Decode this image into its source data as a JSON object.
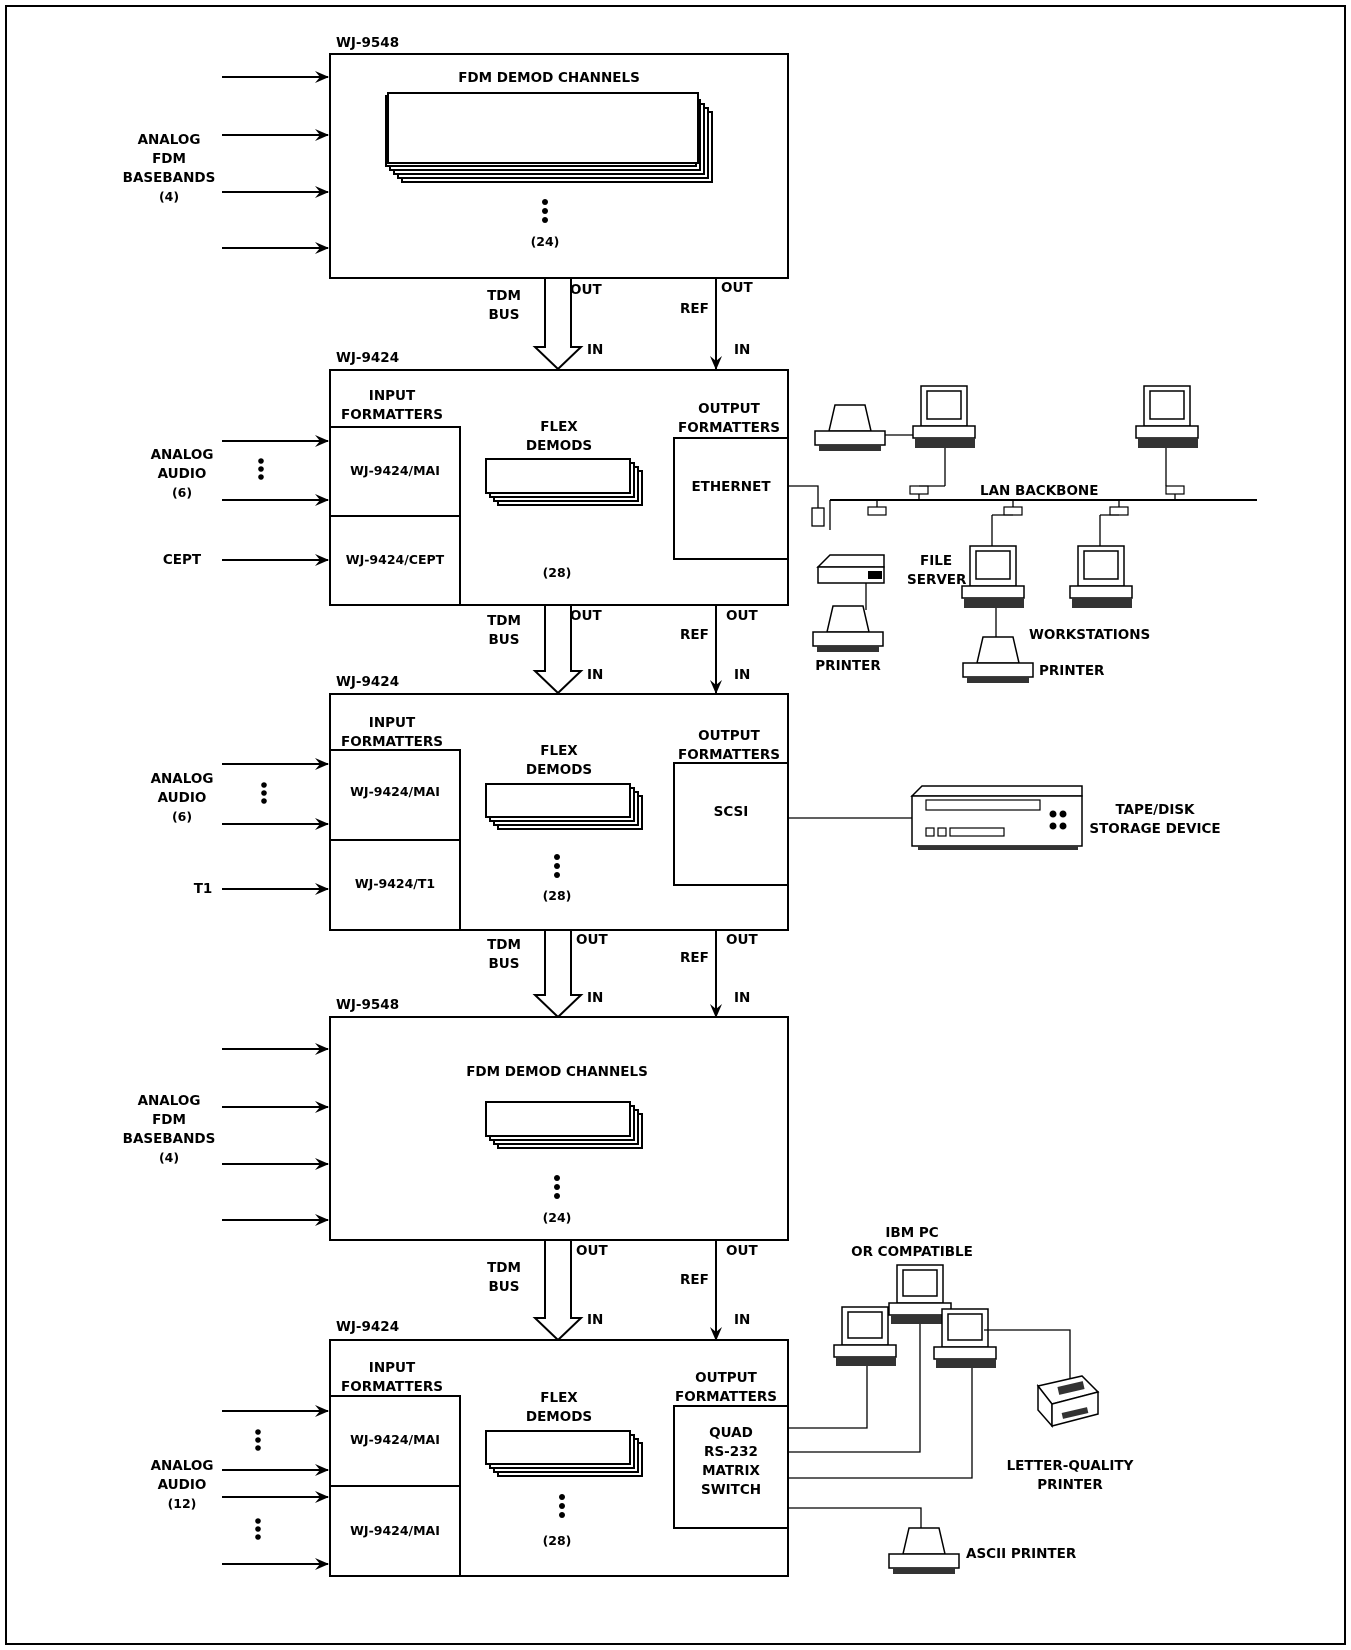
{
  "units": [
    {
      "model": "WJ-9548",
      "title": "FDM DEMOD CHANNELS",
      "count": "(24)",
      "inputs": {
        "label": [
          "ANALOG",
          "FDM",
          "BASEBANDS",
          "(4)"
        ]
      }
    },
    {
      "model": "WJ-9424",
      "input_title": [
        "INPUT",
        "FORMATTERS"
      ],
      "formatters": [
        "WJ-9424/MAI",
        "WJ-9424/CEPT"
      ],
      "flex_title": [
        "FLEX",
        "DEMODS"
      ],
      "count": "(28)",
      "output_title": [
        "OUTPUT",
        "FORMATTERS"
      ],
      "output": [
        "ETHERNET"
      ],
      "inputs": {
        "audio": [
          "ANALOG",
          "AUDIO",
          "(6)"
        ],
        "digital": "CEPT"
      }
    },
    {
      "model": "WJ-9424",
      "input_title": [
        "INPUT",
        "FORMATTERS"
      ],
      "formatters": [
        "WJ-9424/MAI",
        "WJ-9424/T1"
      ],
      "flex_title": [
        "FLEX",
        "DEMODS"
      ],
      "count": "(28)",
      "output_title": [
        "OUTPUT",
        "FORMATTERS"
      ],
      "output": [
        "SCSI"
      ],
      "inputs": {
        "audio": [
          "ANALOG",
          "AUDIO",
          "(6)"
        ],
        "digital": "T1"
      }
    },
    {
      "model": "WJ-9548",
      "title": "FDM DEMOD CHANNELS",
      "count": "(24)",
      "inputs": {
        "label": [
          "ANALOG",
          "FDM",
          "BASEBANDS",
          "(4)"
        ]
      }
    },
    {
      "model": "WJ-9424",
      "input_title": [
        "INPUT",
        "FORMATTERS"
      ],
      "formatters": [
        "WJ-9424/MAI",
        "WJ-9424/MAI"
      ],
      "flex_title": [
        "FLEX",
        "DEMODS"
      ],
      "count": "(28)",
      "output_title": [
        "OUTPUT",
        "FORMATTERS"
      ],
      "output": [
        "QUAD",
        "RS-232",
        "MATRIX",
        "SWITCH"
      ],
      "inputs": {
        "audio": [
          "ANALOG",
          "AUDIO",
          "(12)"
        ]
      }
    }
  ],
  "bus": {
    "tdm": [
      "TDM",
      "BUS"
    ],
    "ref": "REF",
    "out": "OUT",
    "in": "IN"
  },
  "peripherals": {
    "lan_backbone": "LAN BACKBONE",
    "file_server": [
      "FILE",
      "SERVER"
    ],
    "printer": "PRINTER",
    "workstations": "WORKSTATIONS",
    "storage": [
      "TAPE/DISK",
      "STORAGE DEVICE"
    ],
    "ibm_pc": [
      "IBM PC",
      "OR COMPATIBLE"
    ],
    "letter_printer": [
      "LETTER-QUALITY",
      "PRINTER"
    ],
    "ascii_printer": "ASCII PRINTER"
  },
  "colors": {
    "ink": "#000000",
    "paper": "#ffffff"
  }
}
